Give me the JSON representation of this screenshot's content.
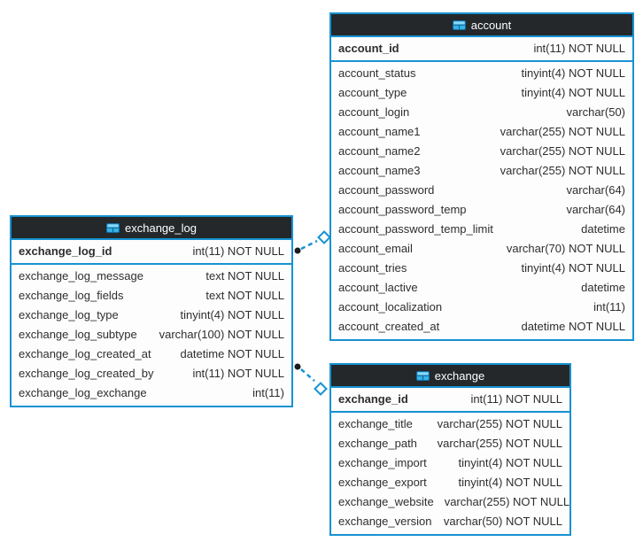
{
  "diagram": {
    "type": "er-diagram",
    "tables": [
      {
        "id": "exchange_log",
        "title": "exchange_log",
        "icon": "table-icon",
        "primary_keys": [
          {
            "name": "exchange_log_id",
            "type": "int(11) NOT NULL"
          }
        ],
        "columns": [
          {
            "name": "exchange_log_message",
            "type": "text NOT NULL"
          },
          {
            "name": "exchange_log_fields",
            "type": "text NOT NULL"
          },
          {
            "name": "exchange_log_type",
            "type": "tinyint(4) NOT NULL"
          },
          {
            "name": "exchange_log_subtype",
            "type": "varchar(100) NOT NULL"
          },
          {
            "name": "exchange_log_created_at",
            "type": "datetime NOT NULL"
          },
          {
            "name": "exchange_log_created_by",
            "type": "int(11) NOT NULL"
          },
          {
            "name": "exchange_log_exchange",
            "type": "int(11)"
          }
        ]
      },
      {
        "id": "account",
        "title": "account",
        "icon": "table-icon",
        "primary_keys": [
          {
            "name": "account_id",
            "type": "int(11) NOT NULL"
          }
        ],
        "columns": [
          {
            "name": "account_status",
            "type": "tinyint(4) NOT NULL"
          },
          {
            "name": "account_type",
            "type": "tinyint(4) NOT NULL"
          },
          {
            "name": "account_login",
            "type": "varchar(50)"
          },
          {
            "name": "account_name1",
            "type": "varchar(255) NOT NULL"
          },
          {
            "name": "account_name2",
            "type": "varchar(255) NOT NULL"
          },
          {
            "name": "account_name3",
            "type": "varchar(255) NOT NULL"
          },
          {
            "name": "account_password",
            "type": "varchar(64)"
          },
          {
            "name": "account_password_temp",
            "type": "varchar(64)"
          },
          {
            "name": "account_password_temp_limit",
            "type": "datetime"
          },
          {
            "name": "account_email",
            "type": "varchar(70) NOT NULL"
          },
          {
            "name": "account_tries",
            "type": "tinyint(4) NOT NULL"
          },
          {
            "name": "account_lactive",
            "type": "datetime"
          },
          {
            "name": "account_localization",
            "type": "int(11)"
          },
          {
            "name": "account_created_at",
            "type": "datetime NOT NULL"
          }
        ]
      },
      {
        "id": "exchange",
        "title": "exchange",
        "icon": "table-icon",
        "primary_keys": [
          {
            "name": "exchange_id",
            "type": "int(11) NOT NULL"
          }
        ],
        "columns": [
          {
            "name": "exchange_title",
            "type": "varchar(255) NOT NULL"
          },
          {
            "name": "exchange_path",
            "type": "varchar(255) NOT NULL"
          },
          {
            "name": "exchange_import",
            "type": "tinyint(4) NOT NULL"
          },
          {
            "name": "exchange_export",
            "type": "tinyint(4) NOT NULL"
          },
          {
            "name": "exchange_website",
            "type": "varchar(255) NOT NULL"
          },
          {
            "name": "exchange_version",
            "type": "varchar(50) NOT NULL"
          }
        ]
      }
    ],
    "connections": [
      {
        "from": "exchange_log",
        "to": "account",
        "line_style": "dashed",
        "from_end": "dot",
        "to_end": "diamond"
      },
      {
        "from": "exchange_log",
        "to": "exchange",
        "line_style": "dashed",
        "from_end": "dot",
        "to_end": "diamond"
      }
    ],
    "colors": {
      "table_border": "#1792d2",
      "header_bg": "#24282b",
      "header_text": "#ffffff",
      "row_text": "#2e2e2e",
      "connector_line": "#1792d2",
      "endpoint_dot": "#1c1c1c",
      "canvas_bg": "#ffffff"
    }
  }
}
